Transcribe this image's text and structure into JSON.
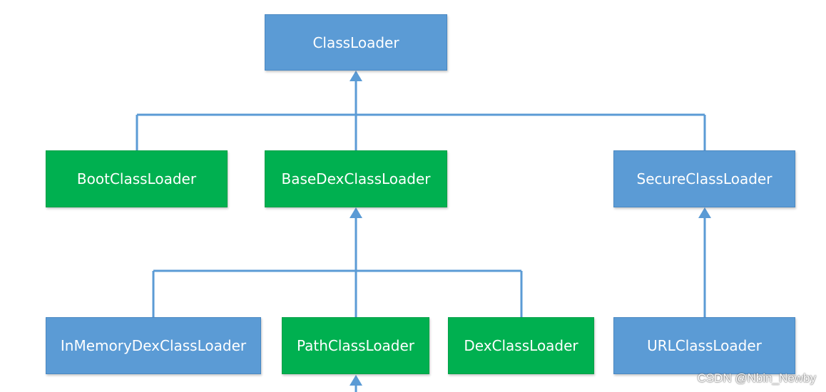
{
  "colors": {
    "blue_node": "#5b9bd5",
    "green_node": "#00b050",
    "connector": "#5b9bd5"
  },
  "nodes": {
    "classloader": "ClassLoader",
    "boot": "BootClassLoader",
    "basedex": "BaseDexClassLoader",
    "secure": "SecureClassLoader",
    "inmemory": "InMemoryDexClassLoader",
    "path": "PathClassLoader",
    "dex": "DexClassLoader",
    "url": "URLClassLoader"
  },
  "watermark": "CSDN @Nbin_Newby"
}
